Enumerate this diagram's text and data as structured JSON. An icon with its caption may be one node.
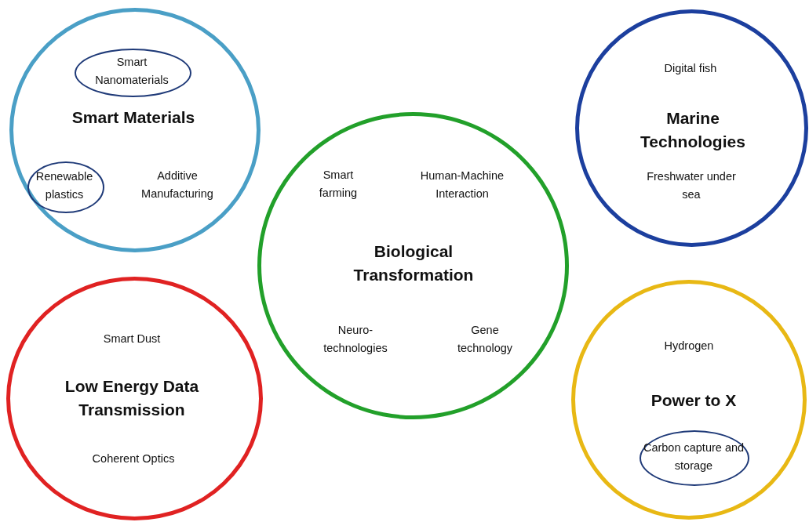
{
  "diagram": {
    "nodes": [
      {
        "text": [
          "Smart Materials",
          "Additive Manufacturing"
        ]
      },
      {
        "text": [
          "Smart Nanomaterials"
        ],
        "in": 0
      },
      {
        "text": [
          "Renewable plastics"
        ],
        "in": 0
      },
      {
        "text": [
          "Digital fish",
          "Marine Technologies",
          "Freshwater under sea"
        ]
      },
      {
        "text": [
          "Smart farming",
          "Human-Machine Interaction",
          "Biological Transformation",
          "Neuro- technologies",
          "Gene technology"
        ]
      },
      {
        "text": [
          "Smart Dust",
          "Low Energy Data Transmission",
          "Coherent Optics"
        ]
      },
      {
        "text": [
          "Hydrogen",
          "Power to X"
        ]
      },
      {
        "text": [
          "Carbon capture and storage"
        ],
        "in": 6
      }
    ]
  }
}
